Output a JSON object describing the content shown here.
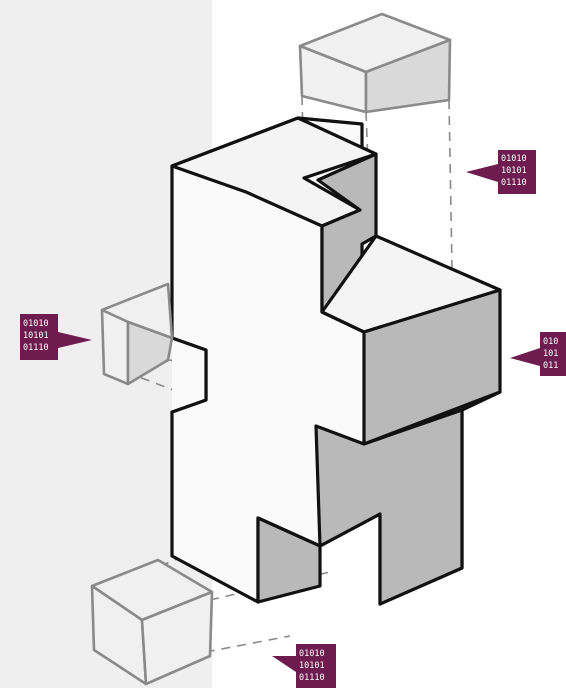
{
  "colors": {
    "left_panel": "#efefef",
    "background": "#ffffff",
    "outline": "#111111",
    "shadow_face": "#b9b9b9",
    "light_face": "#f4f4f4",
    "ghost_outline": "#8a8a8a",
    "ghost_fill": "#e6e6e6",
    "tag_fill": "#6e1b4f",
    "tag_text": "#ffffff"
  },
  "data_tags": [
    {
      "position": "top-right",
      "lines": [
        "01010",
        "10101",
        "01110"
      ]
    },
    {
      "position": "left",
      "lines": [
        "01010",
        "10101",
        "01110"
      ]
    },
    {
      "position": "right-edge",
      "lines": [
        "010",
        "101",
        "011"
      ]
    },
    {
      "position": "bottom",
      "lines": [
        "01010",
        "10101",
        "01110"
      ]
    }
  ]
}
